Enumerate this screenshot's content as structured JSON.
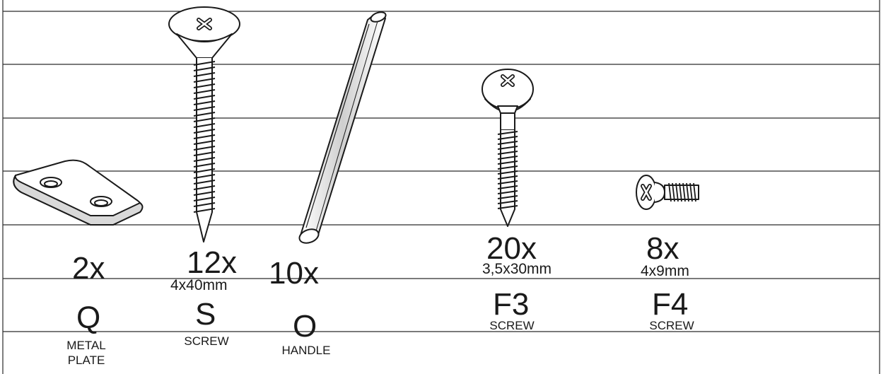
{
  "parts": [
    {
      "id": "metal-plate",
      "quantity": "2x",
      "size": "",
      "code": "Q",
      "name_lines": [
        "METAL",
        "PLATE"
      ]
    },
    {
      "id": "screw-40",
      "quantity": "12x",
      "size": "4x40mm",
      "code": "S",
      "name_lines": [
        "SCREW"
      ]
    },
    {
      "id": "handle",
      "quantity": "10x",
      "size": "",
      "code": "O",
      "name_lines": [
        "HANDLE"
      ]
    },
    {
      "id": "screw-30",
      "quantity": "20x",
      "size": "3,5x30mm",
      "code": "F3",
      "name_lines": [
        "SCREW"
      ]
    },
    {
      "id": "screw-9",
      "quantity": "8x",
      "size": "4x9mm",
      "code": "F4",
      "name_lines": [
        "SCREW"
      ]
    }
  ],
  "colors": {
    "ink": "#1a1a1a",
    "line": "#2a2a2a",
    "fill": "#ffffff",
    "shade": "#d9d9d9"
  },
  "icons": [
    "metal-plate-icon",
    "countersunk-screw-icon",
    "handle-rod-icon",
    "washer-head-screw-icon",
    "small-screw-icon"
  ]
}
